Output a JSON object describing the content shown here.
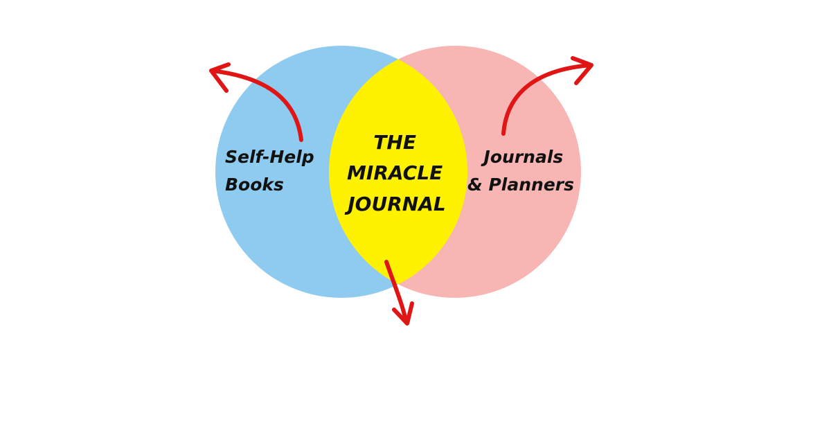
{
  "colors": {
    "left_circle": "#8ecbef",
    "right_circle": "#f7b6b4",
    "intersection": "#fff200",
    "arrow": "#e01515",
    "text": "#111111"
  },
  "left_set": {
    "lines": [
      "Self-Help",
      "Books"
    ]
  },
  "right_set": {
    "lines": [
      "Journals",
      "& Planners"
    ]
  },
  "intersection": {
    "lines": [
      "THE",
      "MIRACLE",
      "JOURNAL"
    ]
  },
  "arrows": {
    "count": 3,
    "directions": [
      "up-left",
      "up-right",
      "down"
    ]
  }
}
